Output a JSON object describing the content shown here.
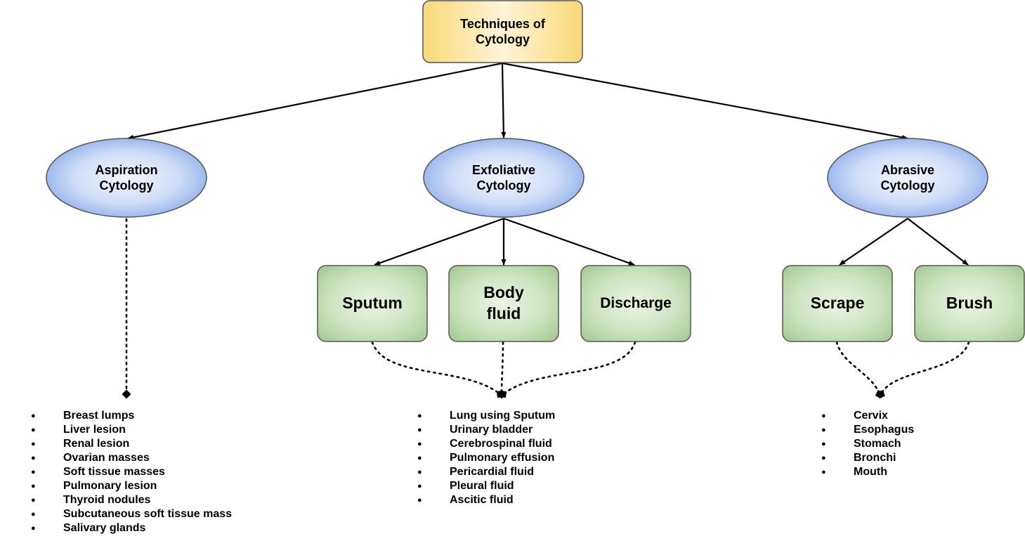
{
  "root": {
    "label": "Techniques of\nCytology"
  },
  "categories": [
    {
      "label": "Aspiration\nCytology"
    },
    {
      "label": "Exfoliative\nCytology"
    },
    {
      "label": "Abrasive\nCytology"
    }
  ],
  "exfoliative_methods": [
    "Sputum",
    "Body\nfluid",
    "Discharge"
  ],
  "abrasive_methods": [
    "Scrape",
    "Brush"
  ],
  "aspiration_sites": [
    "Breast lumps",
    "Liver lesion",
    "Renal lesion",
    "Ovarian masses",
    "Soft tissue masses",
    "Pulmonary lesion",
    "Thyroid nodules",
    "Subcutaneous soft tissue mass",
    "Salivary glands"
  ],
  "exfoliative_sites": [
    "Lung using Sputum",
    "Urinary bladder",
    "Cerebrospinal fluid",
    "Pulmonary effusion",
    "Pericardial fluid",
    "Pleural fluid",
    "Ascitic fluid"
  ],
  "abrasive_sites": [
    "Cervix",
    "Esophagus",
    "Stomach",
    "Bronchi",
    "Mouth"
  ],
  "colors": {
    "root_fill_light": "#fff4d6",
    "root_fill_dark": "#f8d978",
    "ellipse_fill_light": "#e8f0fb",
    "ellipse_fill_dark": "#7ea6ea",
    "box_fill_light": "#e3f0dc",
    "box_fill_dark": "#a9cc95",
    "stroke": "#555555",
    "connector": "#000000"
  }
}
